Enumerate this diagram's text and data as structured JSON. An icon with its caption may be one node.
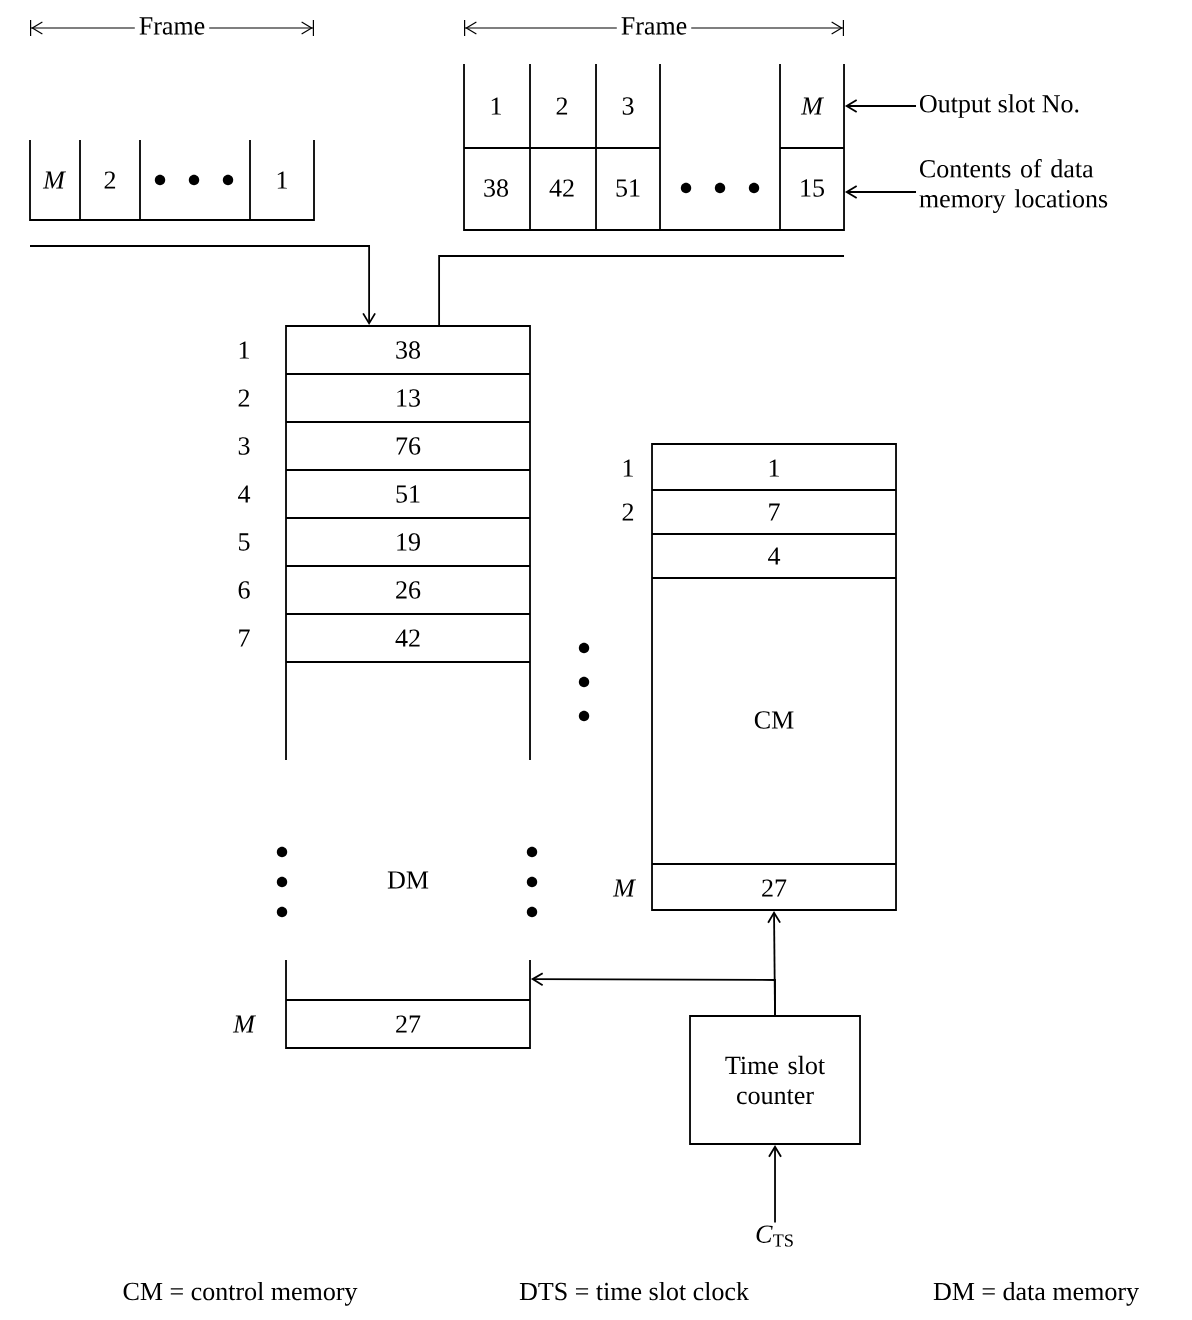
{
  "diagram": {
    "nodes": [
      {
        "text": [
          "M",
          "2",
          "1"
        ]
      },
      {
        "text": [
          "1",
          "2",
          "3",
          "M",
          "38",
          "42",
          "51",
          "15"
        ]
      },
      {
        "text": [
          "38",
          "13",
          "76",
          "51",
          "19",
          "26",
          "42",
          "DM",
          "27"
        ],
        "beside": [
          "1",
          "2",
          "3",
          "4",
          "5",
          "6",
          "7",
          "M"
        ]
      },
      {
        "text": [
          "1",
          "7",
          "4",
          "CM",
          "27"
        ],
        "beside": [
          "1",
          "2",
          "M"
        ]
      },
      {
        "text": [
          "Time slot counter"
        ]
      },
      {
        "text": [
          "*C*$_{TS}$"
        ]
      },
      {
        "text": [
          "Output slot No."
        ]
      },
      {
        "text": [
          "Contents of data memory locations"
        ]
      }
    ],
    "edges": [
      {
        "from": null,
        "to": 2,
        "arrow": "to"
      },
      {
        "from": 2,
        "to": null,
        "arrow": "none"
      },
      {
        "from": 5,
        "to": 4,
        "arrow": "to"
      },
      {
        "from": 4,
        "to": 3,
        "arrow": "to"
      },
      {
        "from": 4,
        "to": 2,
        "arrow": "to"
      },
      {
        "from": 6,
        "to": 1,
        "arrow": "to"
      },
      {
        "from": 7,
        "to": 1,
        "arrow": "to"
      }
    ],
    "labels": [
      "Frame",
      "Frame",
      "CM = control memory",
      "DTS = time slot clock",
      "DM = data memory"
    ]
  }
}
